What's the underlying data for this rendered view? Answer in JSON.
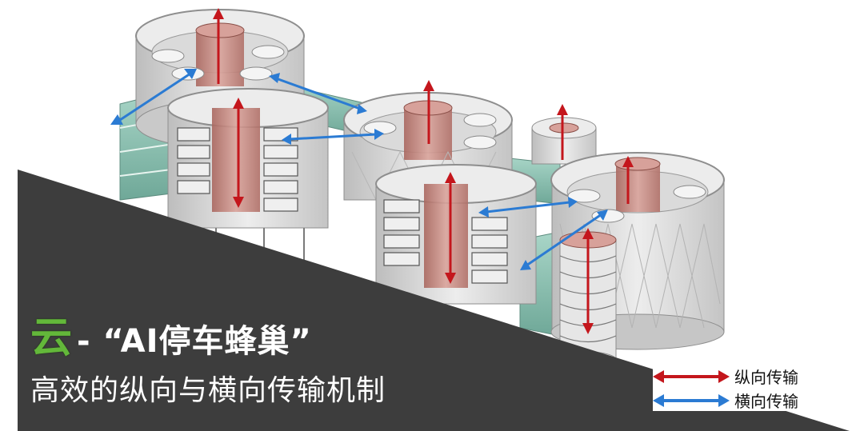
{
  "title": {
    "prefix": "云",
    "main": "- “AI停车蜂巢”",
    "subtitle": "高效的纵向与横向传输机制"
  },
  "legend": [
    {
      "label": "纵向传输",
      "color": "#c4161c"
    },
    {
      "label": "横向传输",
      "color": "#2b7bd3"
    }
  ],
  "colors": {
    "band": "#3d3d3d",
    "accent_green": "#63b83a",
    "vertical_arrow": "#c4161c",
    "horizontal_arrow": "#2b7bd3",
    "core": "#c9908a",
    "shell": "#d8d8d8",
    "glass": "#8fc3b4"
  }
}
